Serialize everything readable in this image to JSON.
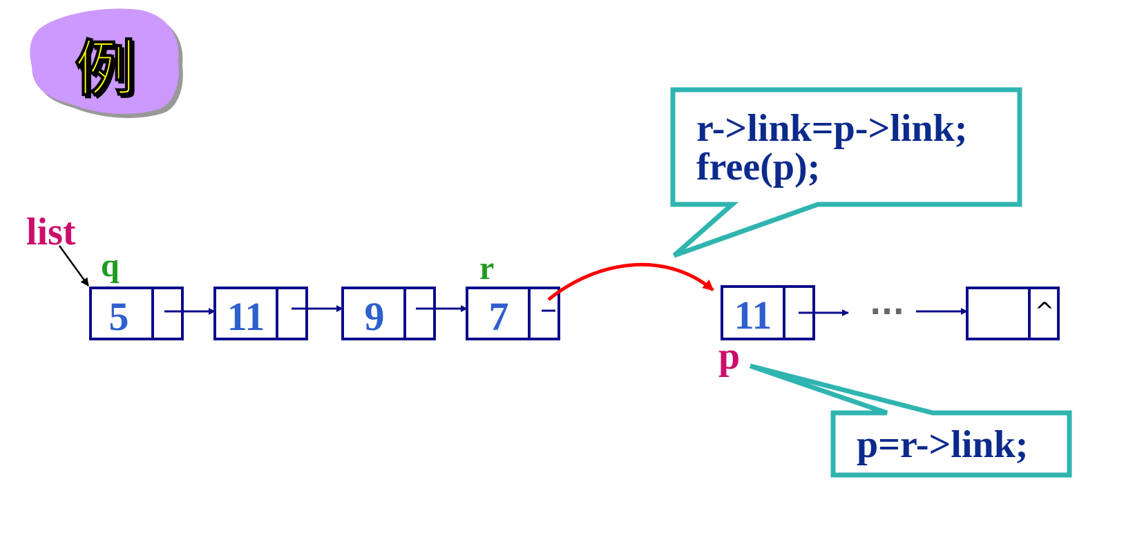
{
  "badge": {
    "text": "例"
  },
  "labels": {
    "list": "list",
    "q": "q",
    "r": "r",
    "p": "p"
  },
  "nodes": [
    {
      "value": "5"
    },
    {
      "value": "11"
    },
    {
      "value": "9"
    },
    {
      "value": "7"
    },
    {
      "value": "11"
    },
    {
      "value": ""
    }
  ],
  "ellipsis": "···",
  "null_mark": "^",
  "callouts": {
    "top": {
      "line1": "r->link=p->link;",
      "line2": "free(p);"
    },
    "bottom": {
      "line1": "p=r->link;"
    }
  },
  "colors": {
    "node_border": "#0b0b8c",
    "value_text": "#2f5fce",
    "callout_border": "#2fb4b0",
    "callout_text": "#0b2a8c",
    "red_arrow": "#ff0000",
    "badge_fill": "#cc99ff",
    "badge_text": "#ffff00"
  }
}
